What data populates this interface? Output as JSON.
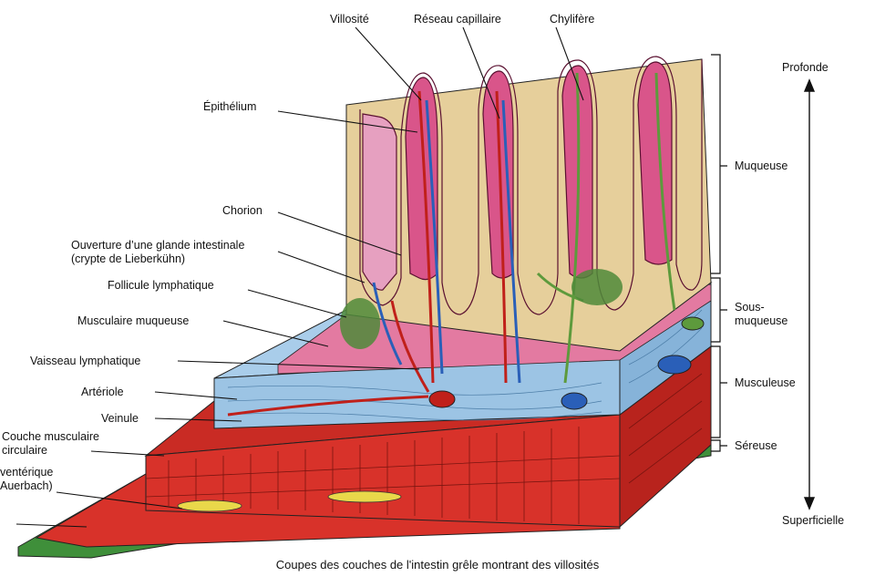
{
  "diagram": {
    "caption": "Coupes des couches de l'intestin grêle montrant des villosités",
    "labels_top": {
      "villosite": "Villosité",
      "reseau_capillaire": "Réseau capillaire",
      "chylifere": "Chylifère"
    },
    "labels_left": {
      "epithelium": "Épithélium",
      "chorion": "Chorion",
      "ouverture_glande": "Ouverture d’une glande intestinale\n(crypte de Lieberkühn)",
      "follicule": "Follicule lymphatique",
      "musculaire_muqueuse": "Musculaire muqueuse",
      "vaisseau_lymphatique": "Vaisseau lymphatique",
      "arteriole": "Artériole",
      "veinule": "Veinule",
      "couche_circulaire": "Couche musculaire\ncirculaire",
      "plexus_partial": "ventérique\nAuerbach)"
    },
    "labels_right": {
      "muqueuse": "Muqueuse",
      "sous_muqueuse": "Sous-\nmuqueuse",
      "musculeuse": "Musculeuse",
      "sereuse": "Séreuse"
    },
    "axis": {
      "top": "Profonde",
      "bottom": "Superficielle"
    },
    "colors": {
      "villus_pink": "#d9558a",
      "mucosa_tan": "#e6cf9b",
      "submucosa_blue": "#9cc4e4",
      "muscle_red": "#d8322a",
      "serosa_green": "#3f8f3a",
      "vein_blue": "#2a5fb8",
      "artery_red": "#c0201a",
      "lymph_green": "#5d9a3c",
      "plexus_yellow": "#e9d84a"
    }
  }
}
